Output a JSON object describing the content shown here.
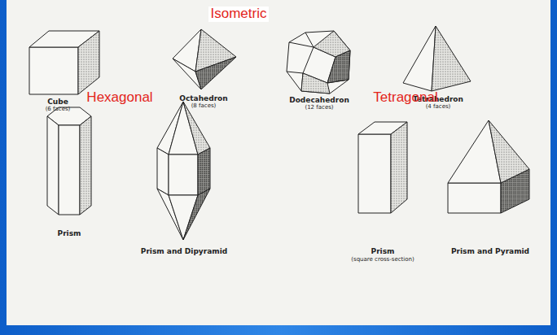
{
  "diagram": {
    "labels": [
      "Isometric",
      "Cube",
      "(6 faces)",
      "Octahedron",
      "(8 faces)",
      "Dodecahedron",
      "(12 faces)",
      "Tetrahedron",
      "(4 faces)",
      "Hexagonal",
      "Tetragonal",
      "Prism",
      "Prism and Dipyramid",
      "Prism",
      "Prism and Pyramid",
      "(square cross-section)"
    ]
  }
}
